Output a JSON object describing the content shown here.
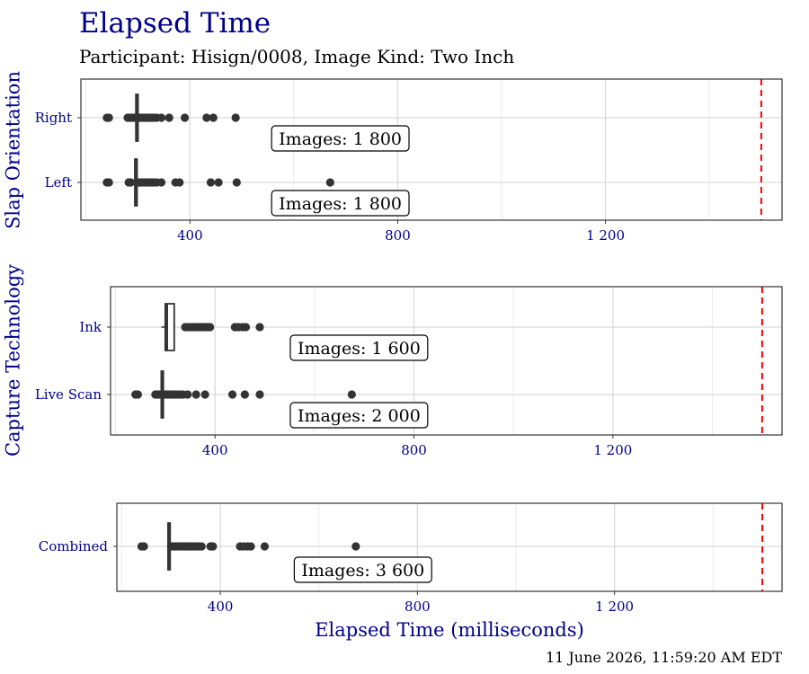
{
  "title": "Elapsed Time",
  "subtitle": "Participant: Hisign/0008, Image Kind: Two Inch",
  "timestamp": "11 June 2026, 11:59:20 AM EDT",
  "colors": {
    "title": "#00008B",
    "threshold_line": "#FF0000",
    "points": "#333333",
    "grid": "#D9D9D9"
  },
  "chart_data": {
    "type": "box",
    "x_label": "Elapsed Time (milliseconds)",
    "x_ticks": [
      400,
      800,
      1200
    ],
    "x_tick_labels": [
      "400",
      "800",
      "1 200"
    ],
    "xlim": [
      190,
      1540
    ],
    "threshold": 1500,
    "panels": [
      {
        "y_label": "Slap Orientation",
        "categories": [
          {
            "name": "Right",
            "box": {
              "q1": 296,
              "median": 298,
              "q3": 300,
              "whisker_low": 296,
              "whisker_high": 300
            },
            "outliers": [
              240,
              244,
              280,
              284,
              288,
              292,
              302,
              306,
              310,
              314,
              318,
              322,
              326,
              330,
              336,
              345,
              360,
              390,
              432,
              445,
              488
            ],
            "label": "Images: 1 800"
          },
          {
            "name": "Left",
            "box": {
              "q1": 294,
              "median": 296,
              "q3": 298,
              "whisker_low": 294,
              "whisker_high": 298
            },
            "outliers": [
              240,
              244,
              282,
              286,
              302,
              306,
              310,
              314,
              318,
              322,
              326,
              330,
              336,
              345,
              372,
              380,
              440,
              455,
              490,
              670
            ],
            "label": "Images: 1 800"
          }
        ]
      },
      {
        "y_label": "Capture Technology",
        "categories": [
          {
            "name": "Ink",
            "box": {
              "q1": 300,
              "median": 302,
              "q3": 318,
              "whisker_low": 292,
              "whisker_high": 318
            },
            "outliers": [
              340,
              345,
              350,
              355,
              360,
              365,
              370,
              375,
              380,
              385,
              390,
              440,
              447,
              455,
              462,
              490
            ],
            "label": "Images: 1 600"
          },
          {
            "name": "Live Scan",
            "box": {
              "q1": 292,
              "median": 294,
              "q3": 296,
              "whisker_low": 292,
              "whisker_high": 296
            },
            "outliers": [
              240,
              245,
              280,
              284,
              288,
              300,
              304,
              308,
              312,
              316,
              320,
              324,
              330,
              336,
              345,
              362,
              380,
              435,
              460,
              490,
              675
            ],
            "label": "Images: 2 000"
          }
        ]
      },
      {
        "y_label": "",
        "categories": [
          {
            "name": "Combined",
            "box": {
              "q1": 294,
              "median": 296,
              "q3": 298,
              "whisker_low": 294,
              "whisker_high": 298
            },
            "outliers": [
              240,
              245,
              300,
              304,
              308,
              312,
              316,
              320,
              324,
              328,
              332,
              336,
              340,
              344,
              348,
              352,
              356,
              362,
              380,
              385,
              440,
              447,
              455,
              462,
              490,
              675
            ],
            "label": "Images: 3 600"
          }
        ]
      }
    ]
  }
}
